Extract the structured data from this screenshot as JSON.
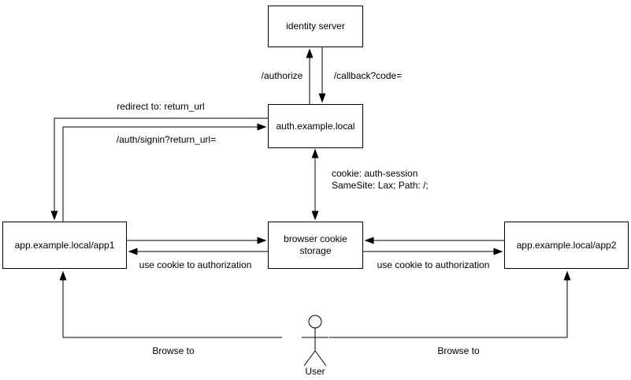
{
  "diagram": {
    "type": "flow-diagram",
    "colors": {
      "background": "#ffffff",
      "box_fill": "#ffffff",
      "box_border": "#000000",
      "line": "#000000",
      "text": "#000000"
    },
    "nodes": {
      "identity_server": {
        "label": "identity server"
      },
      "auth_server": {
        "label": "auth.example.local"
      },
      "cookie_storage": {
        "label": "browser cookie storage"
      },
      "app1": {
        "label": "app.example.local/app1"
      },
      "app2": {
        "label": "app.example.local/app2"
      },
      "user": {
        "label": "User"
      }
    },
    "edges": [
      {
        "id": "authorize",
        "from": "auth.example.local",
        "to": "identity server",
        "arrows": "end",
        "label": "/authorize"
      },
      {
        "id": "callback",
        "from": "identity server",
        "to": "auth.example.local",
        "arrows": "end",
        "label": "/callback?code="
      },
      {
        "id": "redirect",
        "from": "auth.example.local",
        "to": "app.example.local/app1",
        "arrows": "end",
        "label": "redirect to: return_url"
      },
      {
        "id": "signin",
        "from": "app.example.local/app1",
        "to": "auth.example.local",
        "arrows": "end",
        "label": "/auth/signin?return_url="
      },
      {
        "id": "cookie",
        "from": "auth.example.local",
        "to": "browser cookie storage",
        "arrows": "both",
        "label_lines": [
          "cookie: auth-session",
          "SameSite: Lax; Path: /;"
        ]
      },
      {
        "id": "app1-to-storage",
        "from": "app.example.local/app1",
        "to": "browser cookie storage",
        "arrows": "end",
        "label": ""
      },
      {
        "id": "storage-to-app1",
        "from": "browser cookie storage",
        "to": "app.example.local/app1",
        "arrows": "end",
        "label": "use cookie to authorization"
      },
      {
        "id": "app2-to-storage",
        "from": "app.example.local/app2",
        "to": "browser cookie storage",
        "arrows": "end",
        "label": ""
      },
      {
        "id": "storage-to-app2",
        "from": "browser cookie storage",
        "to": "app.example.local/app2",
        "arrows": "end",
        "label": "use cookie to authorization"
      },
      {
        "id": "browse-app1",
        "from": "User",
        "to": "app.example.local/app1",
        "arrows": "end",
        "label": "Browse to"
      },
      {
        "id": "browse-app2",
        "from": "User",
        "to": "app.example.local/app2",
        "arrows": "end",
        "label": "Browse to"
      }
    ]
  }
}
